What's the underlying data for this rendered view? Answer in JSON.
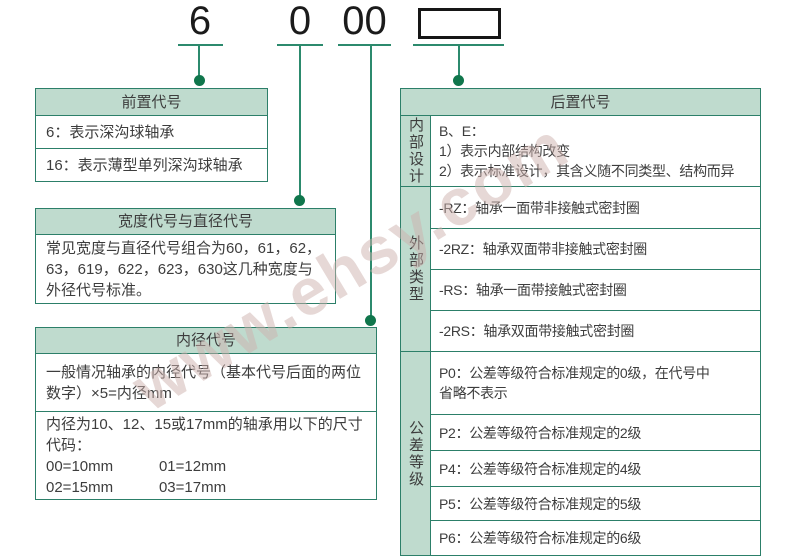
{
  "code": {
    "type_digit": "6",
    "width_digit": "0",
    "bore_digits": "00"
  },
  "watermark": "www.ehsy.com",
  "prefix_box": {
    "title": "前置代号",
    "rows": [
      "6：表示深沟球轴承",
      "16：表示薄型单列深沟球轴承"
    ]
  },
  "width_box": {
    "title": "宽度代号与直径代号",
    "body": "常见宽度与直径代号组合为60，61，62，\n63，619，622，623，630这几种宽度与\n外径代号标准。"
  },
  "bore_box": {
    "title": "内径代号",
    "rows": [
      "一般情况轴承的内径代号（基本代号后面的两位\n数字）×5=内径mm",
      "内径为10、12、15或17mm的轴承用以下的尺寸\n代码：\n00=10mm           01=12mm\n02=15mm           03=17mm"
    ]
  },
  "suffix_box": {
    "title": "后置代号",
    "sections": [
      {
        "label": "内部设计",
        "rows": [
          "B、E：\n1）表示内部结构改变\n2）表示标准设计，其含义随不同类型、结构而异"
        ]
      },
      {
        "label": "外部类型",
        "rows": [
          "-RZ：轴承一面带非接触式密封圈",
          "-2RZ：轴承双面带非接触式密封圈",
          "-RS：轴承一面带接触式密封圈",
          "-2RS：轴承双面带接触式密封圈"
        ]
      },
      {
        "label": "公差等级",
        "rows": [
          "P0：公差等级符合标准规定的0级，在代号中\n省略不表示",
          "P2：公差等级符合标准规定的2级",
          "P4：公差等级符合标准规定的4级",
          "P5：公差等级符合标准规定的5级",
          "P6：公差等级符合标准规定的6级"
        ]
      }
    ]
  },
  "colors": {
    "table_border": "#2c7f69",
    "header_bg": "#bfdbce",
    "connector_line": "#2c8a6d",
    "connector_dot": "#10764c",
    "body_text": "#3d3d3d",
    "watermark": "#cdb2ae"
  }
}
